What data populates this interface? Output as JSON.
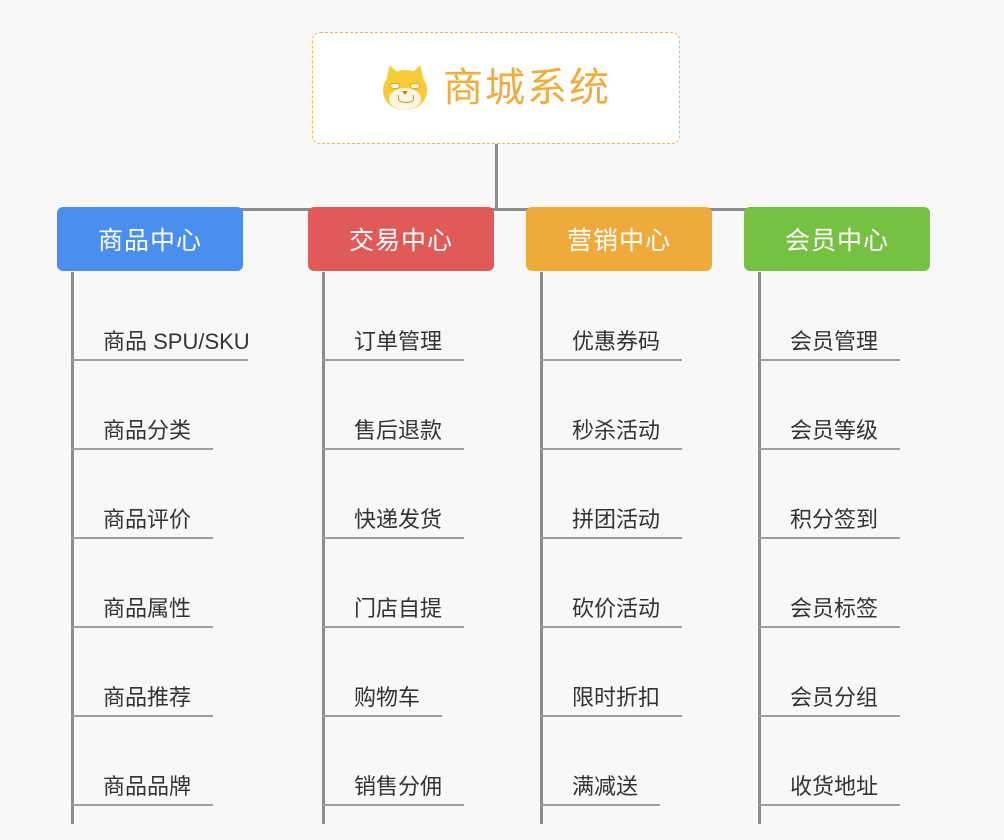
{
  "page": {
    "background": "#f8f8f8",
    "line_color": "#8c8c8c"
  },
  "root": {
    "title": "商城系统",
    "icon": "shiba-dog-face-icon",
    "text_color": "#f0ad3e",
    "border_color": "#f0b849",
    "background": "#ffffff"
  },
  "branches": [
    {
      "label": "商品中心",
      "color": "#4a8ef0",
      "items": [
        "商品 SPU/SKU",
        "商品分类",
        "商品评价",
        "商品属性",
        "商品推荐",
        "商品品牌"
      ]
    },
    {
      "label": "交易中心",
      "color": "#e05a57",
      "items": [
        "订单管理",
        "售后退款",
        "快递发货",
        "门店自提",
        "购物车",
        "销售分佣"
      ]
    },
    {
      "label": "营销中心",
      "color": "#eeab3c",
      "items": [
        "优惠券码",
        "秒杀活动",
        "拼团活动",
        "砍价活动",
        "限时折扣",
        "满减送"
      ]
    },
    {
      "label": "会员中心",
      "color": "#76c043",
      "items": [
        "会员管理",
        "会员等级",
        "积分签到",
        "会员标签",
        "会员分组",
        "收货地址"
      ]
    }
  ]
}
